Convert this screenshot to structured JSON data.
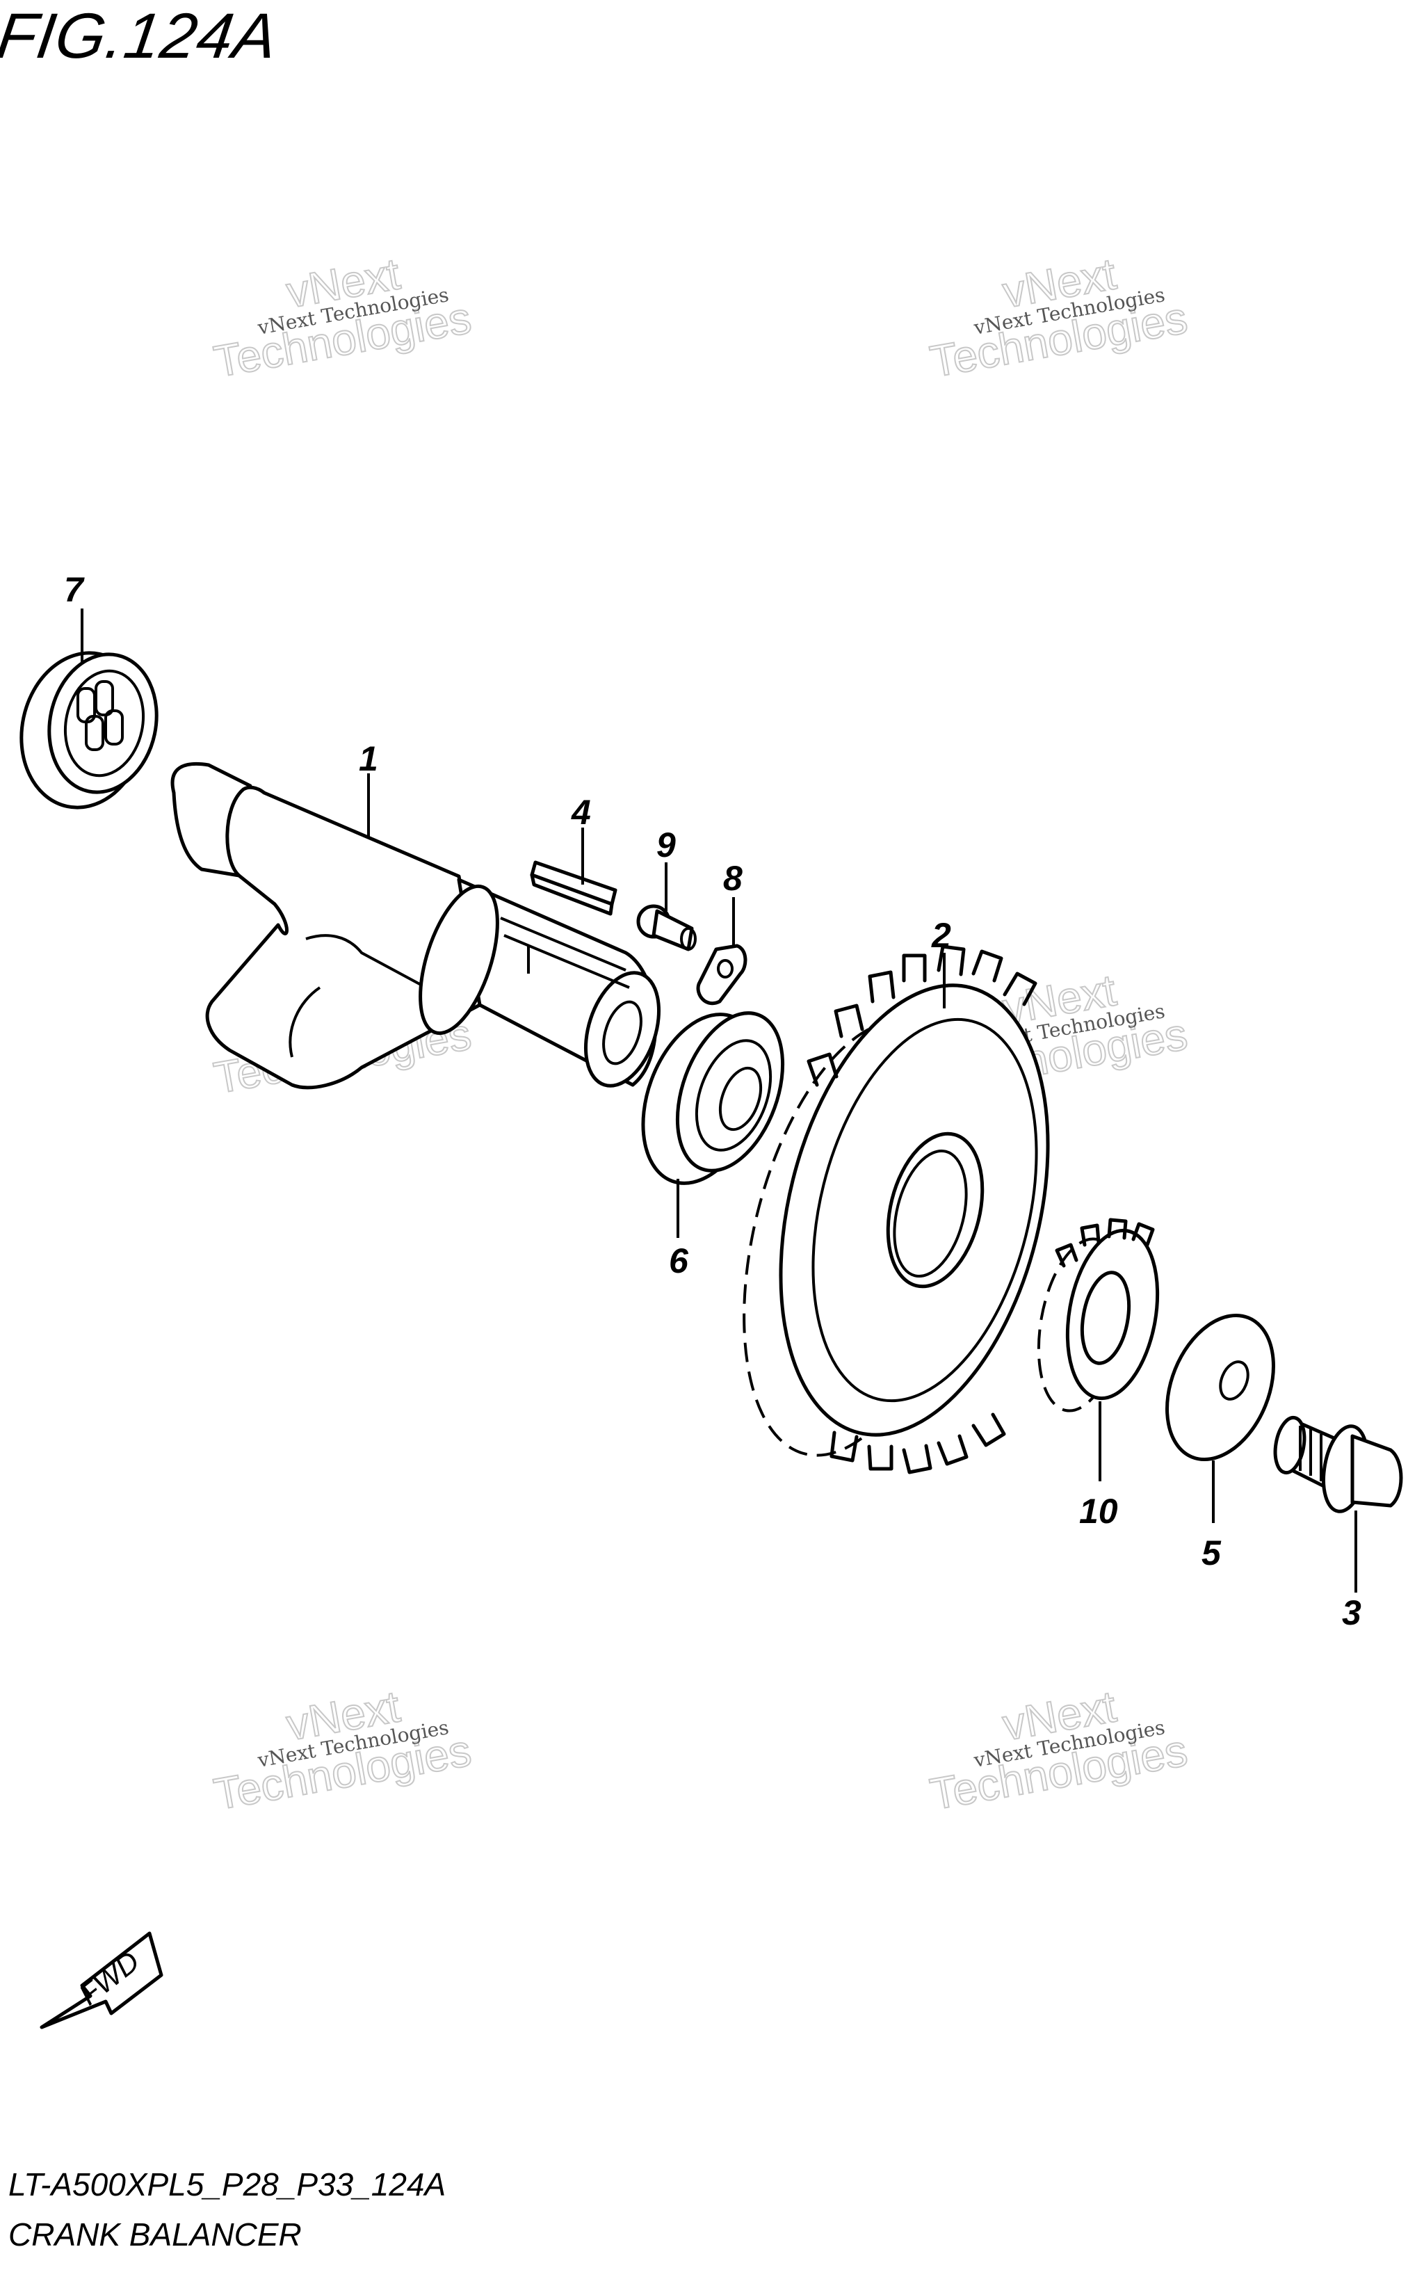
{
  "figure": {
    "title": "FIG.124A",
    "model_code": "LT-A500XPL5_P28_P33_124A",
    "section_name": "CRANK BALANCER"
  },
  "callouts": [
    {
      "id": "callout-1",
      "label": "1"
    },
    {
      "id": "callout-2",
      "label": "2"
    },
    {
      "id": "callout-3",
      "label": "3"
    },
    {
      "id": "callout-4",
      "label": "4"
    },
    {
      "id": "callout-5",
      "label": "5"
    },
    {
      "id": "callout-6",
      "label": "6"
    },
    {
      "id": "callout-7",
      "label": "7"
    },
    {
      "id": "callout-8",
      "label": "8"
    },
    {
      "id": "callout-9",
      "label": "9"
    },
    {
      "id": "callout-10",
      "label": "10"
    }
  ],
  "direction_arrow": {
    "label": "FWD"
  },
  "watermark": {
    "small_text": "vNext Technologies",
    "big_line1": "vNext",
    "big_line2": "Technologies"
  }
}
